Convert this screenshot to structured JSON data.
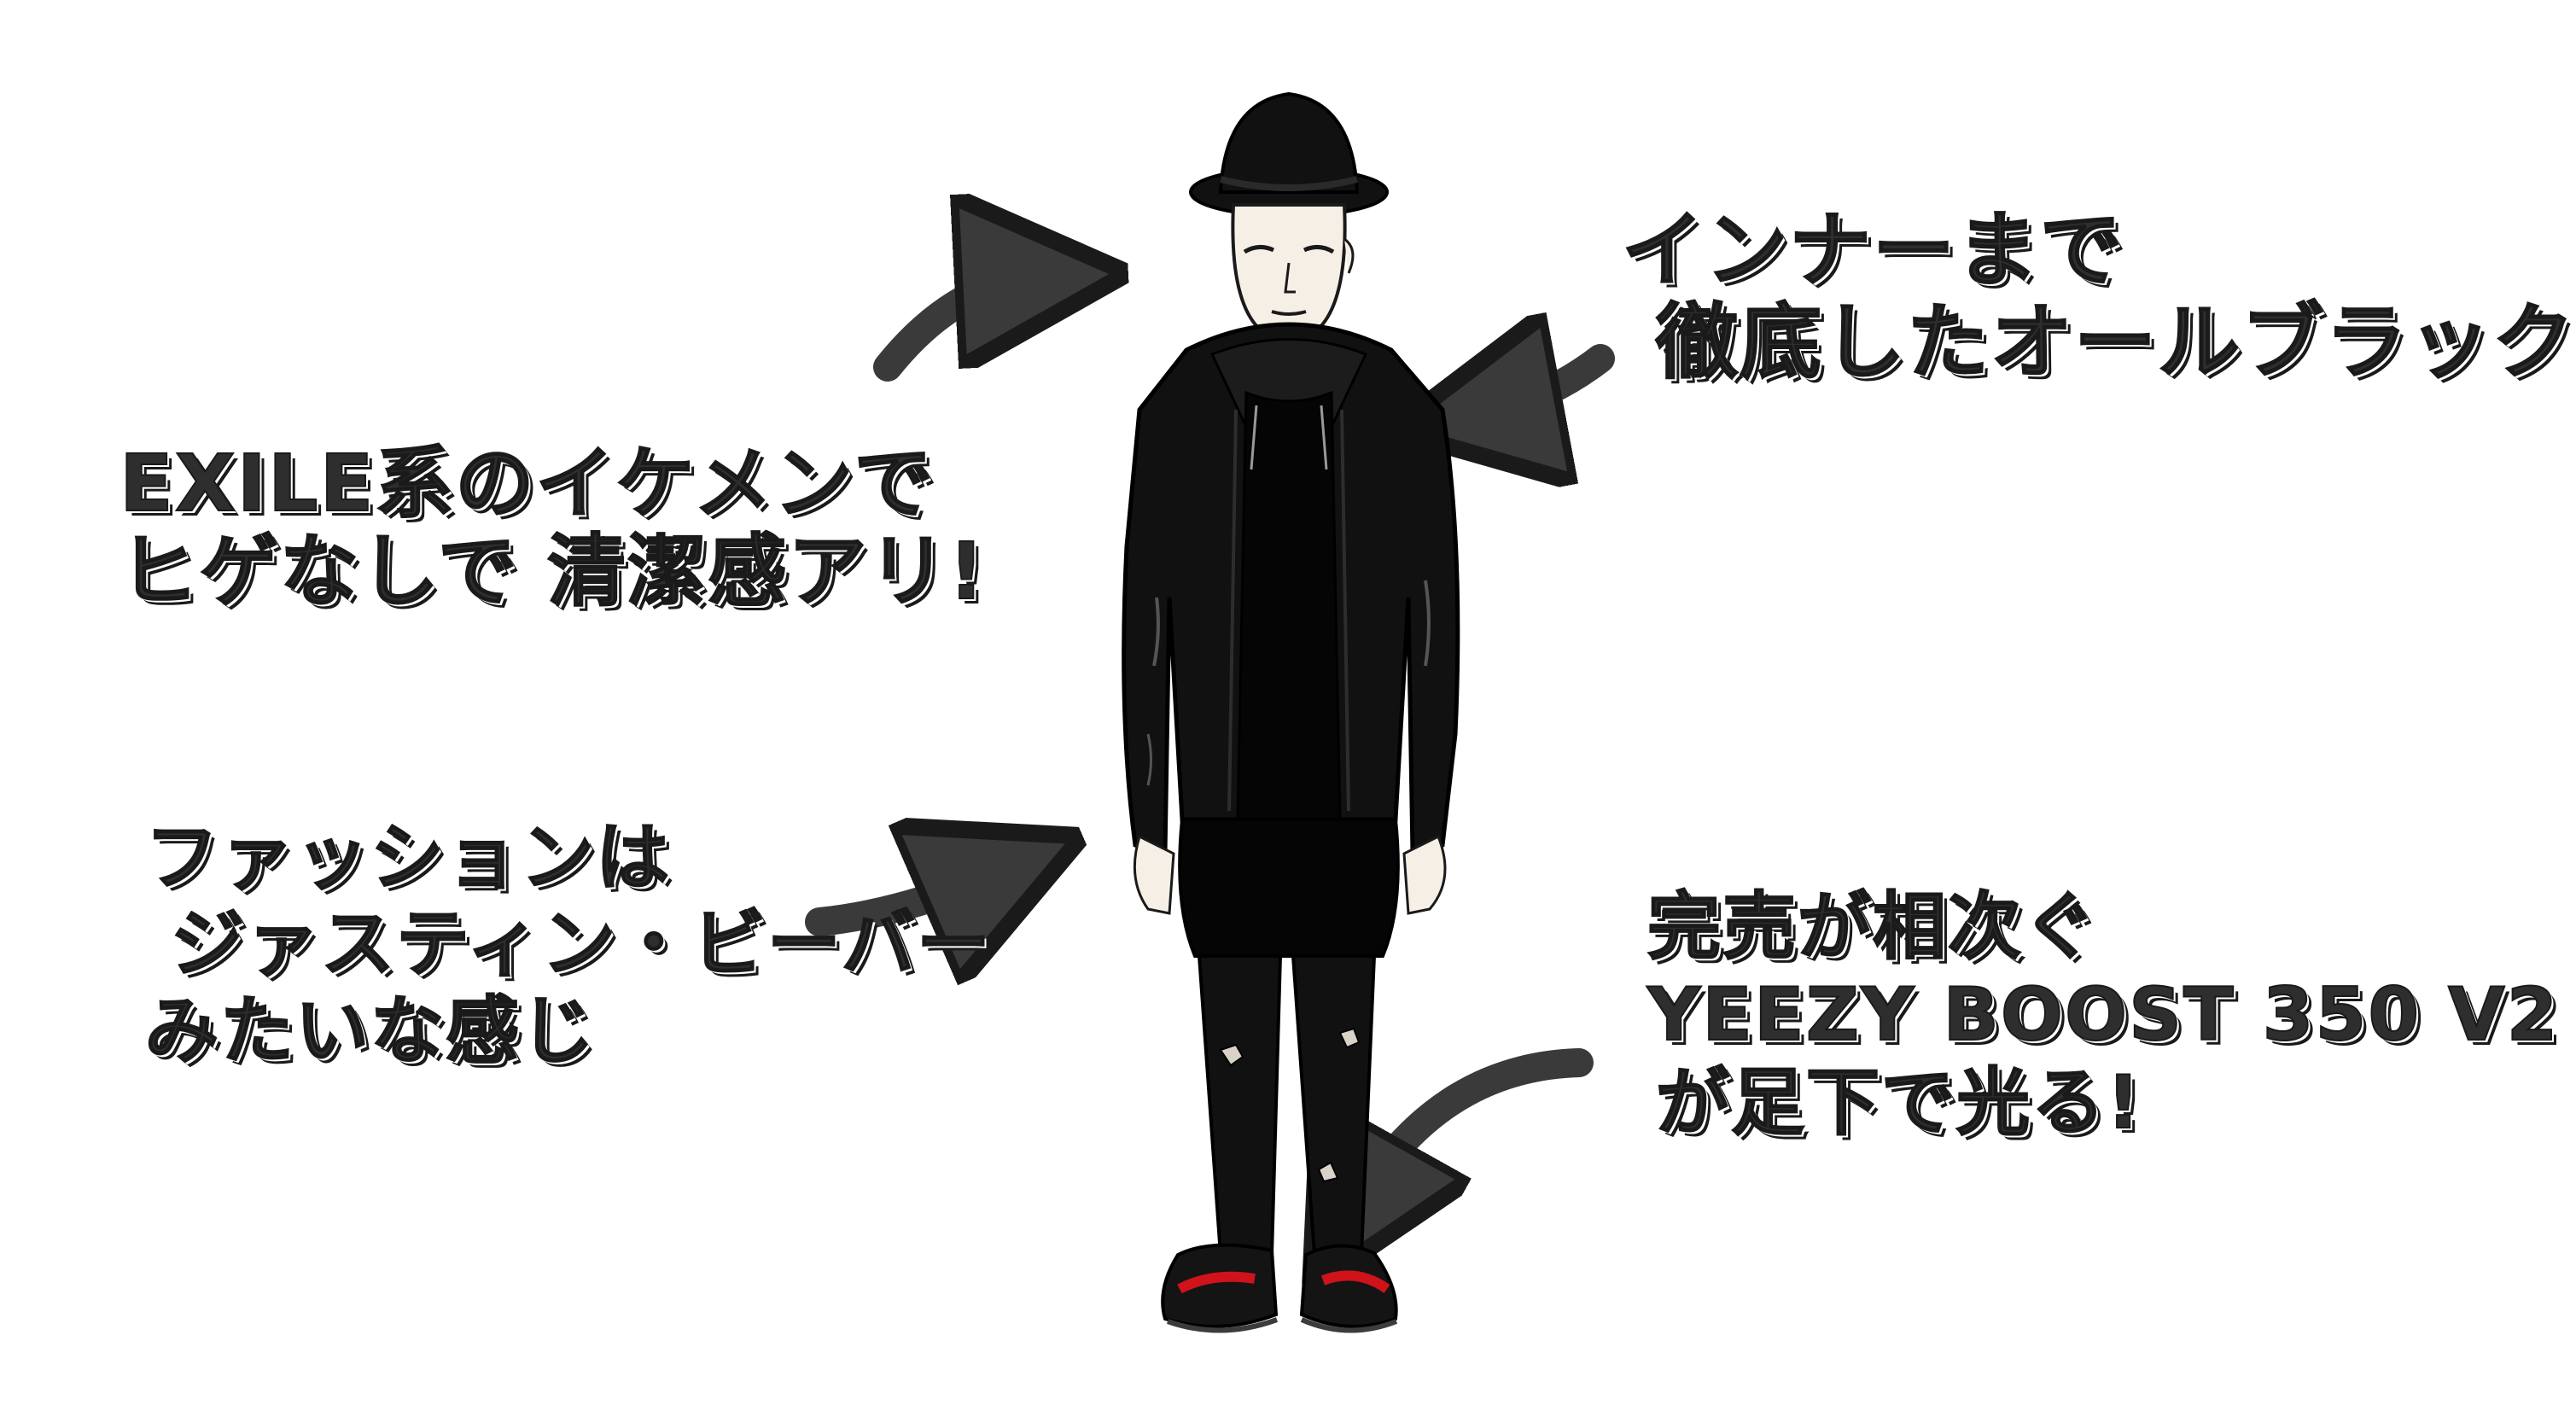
{
  "callouts": {
    "face": {
      "lines": [
        "EXILE系のイケメンで",
        "ヒゲなしで 清潔感アリ!"
      ]
    },
    "inner": {
      "lines": [
        "インナーまで",
        "徹底したオールブラック"
      ]
    },
    "style": {
      "lines": [
        "ファッションは",
        "ジァスティン・ビーバー",
        "みたいな感じ"
      ]
    },
    "shoes": {
      "lines": [
        "完売が相次ぐ",
        "YEEZY BOOST 350 V2",
        "が足下で光る!"
      ]
    }
  },
  "icons": {
    "arrow": "curved-arrow-icon",
    "figure": "man-all-black-outfit-illustration"
  },
  "colors": {
    "background": "#ffffff",
    "ink": "#1a1a1a",
    "text_fill": "#2e2e2e",
    "arrow_fill": "#3a3a3a",
    "outfit": "#111111",
    "skin": "#f6efe6",
    "sneaker_accent": "#d0121a"
  }
}
